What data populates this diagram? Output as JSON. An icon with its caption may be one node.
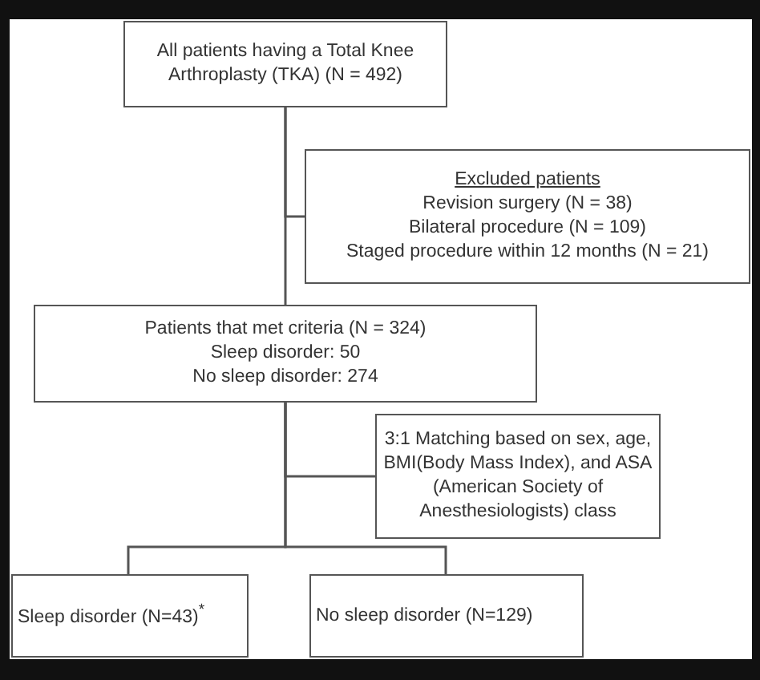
{
  "diagram": {
    "nodes": [
      {
        "text": [
          "All patients having a Total Knee Arthroplasty (TKA) (N = 492)"
        ]
      },
      {
        "text": [
          "Excluded patients",
          "Revision surgery (N = 38)",
          "Bilateral procedure (N = 109)",
          "Staged procedure within 12 months (N = 21)"
        ]
      },
      {
        "text": [
          "Patients that met criteria (N = 324)",
          "Sleep disorder: 50",
          "No sleep disorder: 274"
        ]
      },
      {
        "text": [
          "3:1 Matching based on sex, age, BMI(Body Mass Index), and ASA (American Society of Anesthesiologists) class"
        ]
      },
      {
        "text": [
          "Sleep disorder (N=43)$^{*}$"
        ]
      },
      {
        "text": [
          "No sleep disorder (N=129)"
        ]
      }
    ],
    "edges": [
      {
        "from": 0,
        "to": 1,
        "arrow": "none"
      },
      {
        "from": 0,
        "to": 2,
        "arrow": "none"
      },
      {
        "from": 2,
        "to": 3,
        "arrow": "none"
      },
      {
        "from": 2,
        "to": 4,
        "arrow": "none"
      },
      {
        "from": 2,
        "to": 5,
        "arrow": "none"
      }
    ]
  }
}
